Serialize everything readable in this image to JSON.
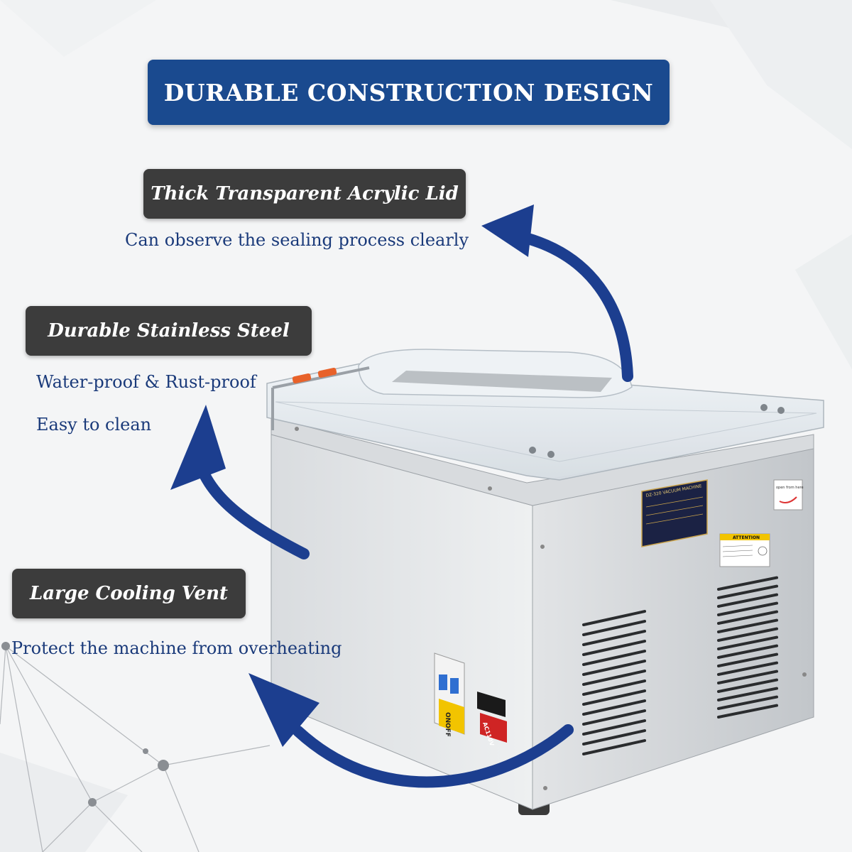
{
  "title": "DURABLE CONSTRUCTION DESIGN",
  "features": [
    {
      "label": "Thick Transparent Acrylic Lid",
      "descriptions": [
        "Can observe the sealing process clearly"
      ]
    },
    {
      "label": "Durable Stainless Steel",
      "descriptions": [
        "Water-proof & Rust-proof",
        "Easy to clean"
      ]
    },
    {
      "label": "Large Cooling Vent",
      "descriptions": [
        "Protect the machine from overheating"
      ]
    }
  ],
  "machine": {
    "nameplate_title": "DZ-320 VACUUM MACHINE",
    "attention_label": "ATTENTION",
    "open_label": "open from here",
    "switch_on": "ON",
    "switch_off": "OFF",
    "power_label": "AC110V"
  },
  "colors": {
    "banner": "#1a4a8f",
    "label_box": "#3c3c3c",
    "description_text": "#1a3a7a",
    "arrow": "#1c3e8f",
    "steel": "#c9cdd1"
  }
}
